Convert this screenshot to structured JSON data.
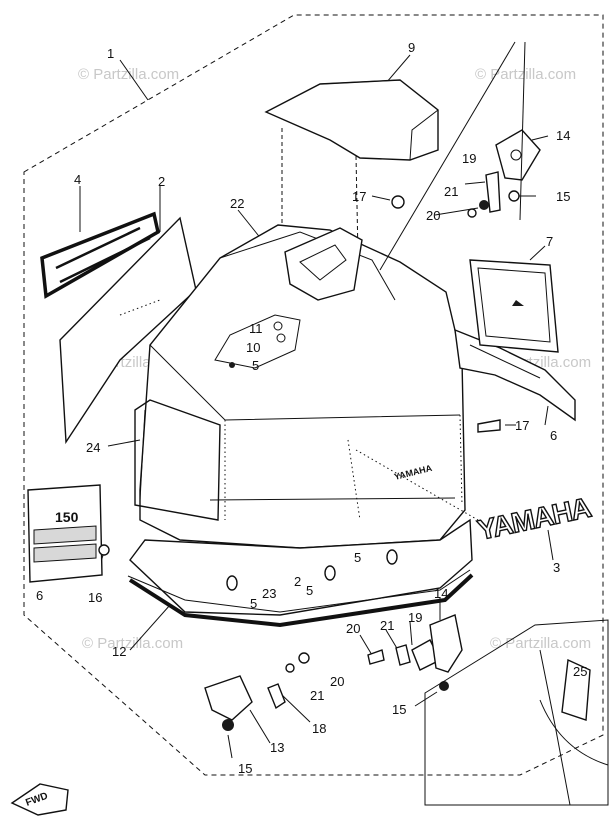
{
  "watermark": "© Partzilla.com",
  "fwd_label": "FWD",
  "decal_yamaha": "YAMAHA",
  "decal_side_text": "YAMAHA",
  "decal_model": "150",
  "callouts": {
    "c1": "1",
    "c2a": "2",
    "c2b": "2",
    "c3": "3",
    "c4": "4",
    "c5a": "5",
    "c5b": "5",
    "c5c": "5",
    "c5d": "5",
    "c6a": "6",
    "c6b": "6",
    "c7": "7",
    "c9": "9",
    "c10": "10",
    "c11": "11",
    "c12": "12",
    "c13": "13",
    "c14a": "14",
    "c14b": "14",
    "c15a": "15",
    "c15b": "15",
    "c15c": "15",
    "c16": "16",
    "c17a": "17",
    "c17b": "17",
    "c18": "18",
    "c19a": "19",
    "c19b": "19",
    "c20a": "20",
    "c20b": "20",
    "c20c": "20",
    "c21a": "21",
    "c21b": "21",
    "c21c": "21",
    "c22": "22",
    "c23": "23",
    "c24": "24",
    "c25": "25"
  }
}
